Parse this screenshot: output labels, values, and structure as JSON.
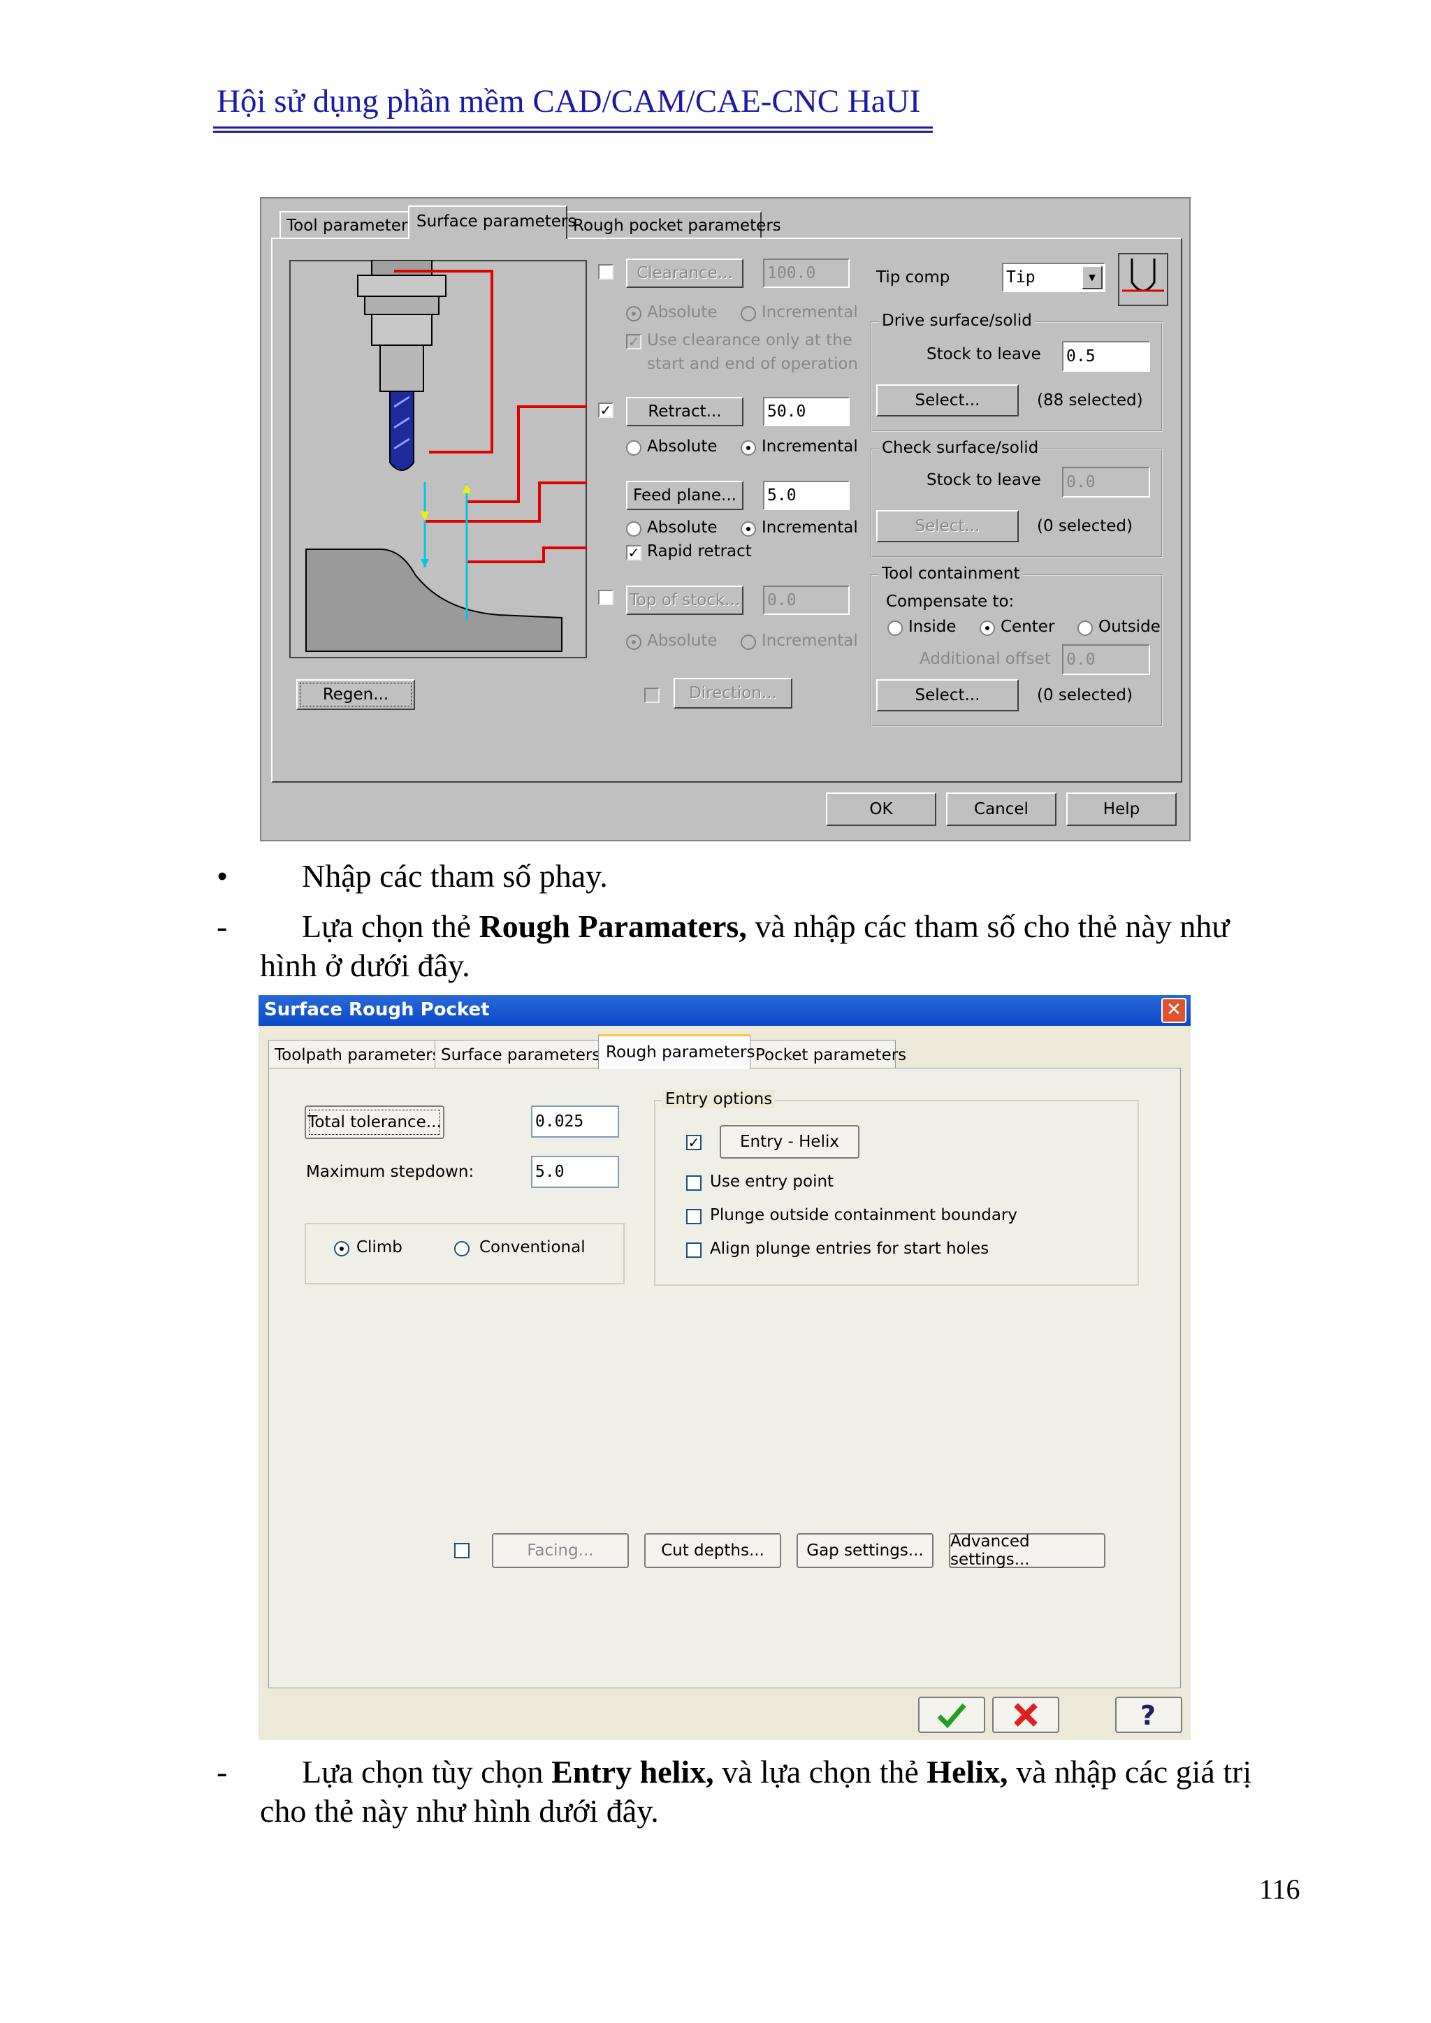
{
  "header": {
    "title": "Hội sử dụng phần mềm CAD/CAM/CAE-CNC HaUI"
  },
  "dialog1": {
    "tabs": [
      "Tool parameters",
      "Surface parameters",
      "Rough pocket parameters"
    ],
    "clearance": {
      "label": "Clearance...",
      "value": "100.0"
    },
    "absolute": "Absolute",
    "incremental": "Incremental",
    "use_clearance": "Use clearance only at the",
    "use_clearance2": "start and end of operation",
    "retract": {
      "label": "Retract...",
      "value": "50.0"
    },
    "feed_plane": {
      "label": "Feed plane...",
      "value": "5.0"
    },
    "rapid_retract": "Rapid retract",
    "top_of_stock": {
      "label": "Top of stock...",
      "value": "0.0"
    },
    "regen": "Regen...",
    "direction": "Direction...",
    "tip_comp": {
      "label": "Tip comp",
      "value": "Tip"
    },
    "drive": {
      "title": "Drive surface/solid",
      "stock_label": "Stock to leave",
      "stock_value": "0.5",
      "select": "Select...",
      "selected": "(88  selected)"
    },
    "check": {
      "title": "Check surface/solid",
      "stock_label": "Stock to leave",
      "stock_value": "0.0",
      "select": "Select...",
      "selected": "(0  selected)"
    },
    "containment": {
      "title": "Tool containment",
      "compensate": "Compensate to:",
      "inside": "Inside",
      "center": "Center",
      "outside": "Outside",
      "offset_label": "Additional offset",
      "offset_value": "0.0",
      "select": "Select...",
      "selected": "(0  selected)"
    },
    "ok": "OK",
    "cancel": "Cancel",
    "help": "Help"
  },
  "text1": {
    "bullet": "•",
    "line": "Nhập các tham số phay."
  },
  "text2": {
    "dash": "-",
    "pre": "Lựa chọn thẻ ",
    "bold": "Rough Paramaters,",
    "post": " và nhập các tham số cho thẻ này như",
    "line2": "hình ở dưới đây."
  },
  "dialog2": {
    "title": "Surface Rough Pocket",
    "tabs": [
      "Toolpath parameters",
      "Surface parameters",
      "Rough parameters",
      "Pocket parameters"
    ],
    "total_tolerance": {
      "label": "Total tolerance...",
      "value": "0.025"
    },
    "max_stepdown": {
      "label": "Maximum stepdown:",
      "value": "5.0"
    },
    "climb": "Climb",
    "conventional": "Conventional",
    "entry": {
      "title": "Entry options",
      "helix": "Entry - Helix",
      "use_entry_point": "Use entry point",
      "plunge_outside": "Plunge outside containment boundary",
      "align_plunge": "Align plunge entries for start holes"
    },
    "facing": "Facing...",
    "cut_depths": "Cut depths...",
    "gap_settings": "Gap settings...",
    "advanced": "Advanced settings..."
  },
  "text3": {
    "dash": "-",
    "pre": "Lựa chọn tùy chọn ",
    "bold1": "Entry helix,",
    "mid": " và lựa chọn thẻ ",
    "bold2": "Helix,",
    "post": " và nhập các giá trị",
    "line2": "cho thẻ này như hình dưới đây."
  },
  "page_number": "116"
}
